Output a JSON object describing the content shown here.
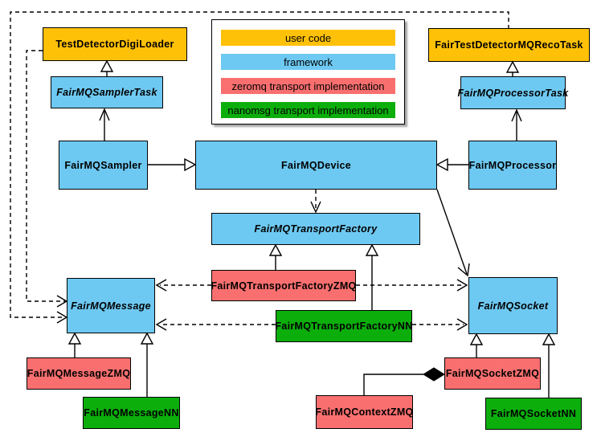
{
  "legend": {
    "items": [
      {
        "label": "user code",
        "type": "user-code",
        "color": "#FFC107"
      },
      {
        "label": "framework",
        "type": "framework",
        "color": "#6EC9F2"
      },
      {
        "label": "zeromq transport implementation",
        "type": "zeromq",
        "color": "#F96F6F"
      },
      {
        "label": "nanomsg transport implementation",
        "type": "nanomsg",
        "color": "#0CAE0C"
      }
    ]
  },
  "nodes": {
    "digiloader": {
      "label": "TestDetectorDigiLoader",
      "type": "user-code",
      "abstract": false
    },
    "recotask": {
      "label": "FairTestDetectorMQRecoTask",
      "type": "user-code",
      "abstract": false
    },
    "samplertask": {
      "label": "FairMQSamplerTask",
      "type": "framework",
      "abstract": true
    },
    "processortask": {
      "label": "FairMQProcessorTask",
      "type": "framework",
      "abstract": true
    },
    "sampler": {
      "label": "FairMQSampler",
      "type": "framework",
      "abstract": false
    },
    "device": {
      "label": "FairMQDevice",
      "type": "framework",
      "abstract": false
    },
    "processor": {
      "label": "FairMQProcessor",
      "type": "framework",
      "abstract": false
    },
    "transportfactory": {
      "label": "FairMQTransportFactory",
      "type": "framework",
      "abstract": true
    },
    "tfzmq": {
      "label": "FairMQTransportFactoryZMQ",
      "type": "zeromq",
      "abstract": false
    },
    "tfnn": {
      "label": "FairMQTransportFactoryNN",
      "type": "nanomsg",
      "abstract": false
    },
    "message": {
      "label": "FairMQMessage",
      "type": "framework",
      "abstract": true
    },
    "socket": {
      "label": "FairMQSocket",
      "type": "framework",
      "abstract": true
    },
    "messagezmq": {
      "label": "FairMQMessageZMQ",
      "type": "zeromq",
      "abstract": false
    },
    "messagenn": {
      "label": "FairMQMessageNN",
      "type": "nanomsg",
      "abstract": false
    },
    "contextzmq": {
      "label": "FairMQContextZMQ",
      "type": "zeromq",
      "abstract": false
    },
    "socketzmq": {
      "label": "FairMQSocketZMQ",
      "type": "zeromq",
      "abstract": false
    },
    "socketnn": {
      "label": "FairMQSocketNN",
      "type": "nanomsg",
      "abstract": false
    }
  },
  "edges": [
    {
      "from": "FairMQSamplerTask",
      "to": "TestDetectorDigiLoader",
      "kind": "inheritance"
    },
    {
      "from": "FairMQProcessorTask",
      "to": "FairTestDetectorMQRecoTask",
      "kind": "inheritance"
    },
    {
      "from": "FairMQSampler",
      "to": "FairMQSamplerTask",
      "kind": "association"
    },
    {
      "from": "FairMQProcessor",
      "to": "FairMQProcessorTask",
      "kind": "association"
    },
    {
      "from": "FairMQSampler",
      "to": "FairMQDevice",
      "kind": "inheritance"
    },
    {
      "from": "FairMQProcessor",
      "to": "FairMQDevice",
      "kind": "inheritance"
    },
    {
      "from": "FairMQDevice",
      "to": "FairMQTransportFactory",
      "kind": "dependency-dashed"
    },
    {
      "from": "FairMQDevice",
      "to": "FairMQSocket",
      "kind": "association"
    },
    {
      "from": "TestDetectorDigiLoader",
      "to": "FairMQMessage",
      "kind": "dependency-dashed"
    },
    {
      "from": "FairTestDetectorMQRecoTask",
      "to": "FairMQMessage",
      "kind": "dependency-dashed"
    },
    {
      "from": "FairMQTransportFactoryZMQ",
      "to": "FairMQTransportFactory",
      "kind": "inheritance"
    },
    {
      "from": "FairMQTransportFactoryNN",
      "to": "FairMQTransportFactory",
      "kind": "inheritance"
    },
    {
      "from": "FairMQTransportFactoryZMQ",
      "to": "FairMQMessage",
      "kind": "dependency-dashed"
    },
    {
      "from": "FairMQTransportFactoryZMQ",
      "to": "FairMQSocket",
      "kind": "dependency-dashed"
    },
    {
      "from": "FairMQTransportFactoryNN",
      "to": "FairMQMessage",
      "kind": "dependency-dashed"
    },
    {
      "from": "FairMQTransportFactoryNN",
      "to": "FairMQSocket",
      "kind": "dependency-dashed"
    },
    {
      "from": "FairMQMessageZMQ",
      "to": "FairMQMessage",
      "kind": "inheritance"
    },
    {
      "from": "FairMQMessageNN",
      "to": "FairMQMessage",
      "kind": "inheritance"
    },
    {
      "from": "FairMQSocketZMQ",
      "to": "FairMQSocket",
      "kind": "inheritance"
    },
    {
      "from": "FairMQSocketNN",
      "to": "FairMQSocket",
      "kind": "inheritance"
    },
    {
      "from": "FairMQContextZMQ",
      "to": "FairMQSocketZMQ",
      "kind": "composition"
    }
  ]
}
